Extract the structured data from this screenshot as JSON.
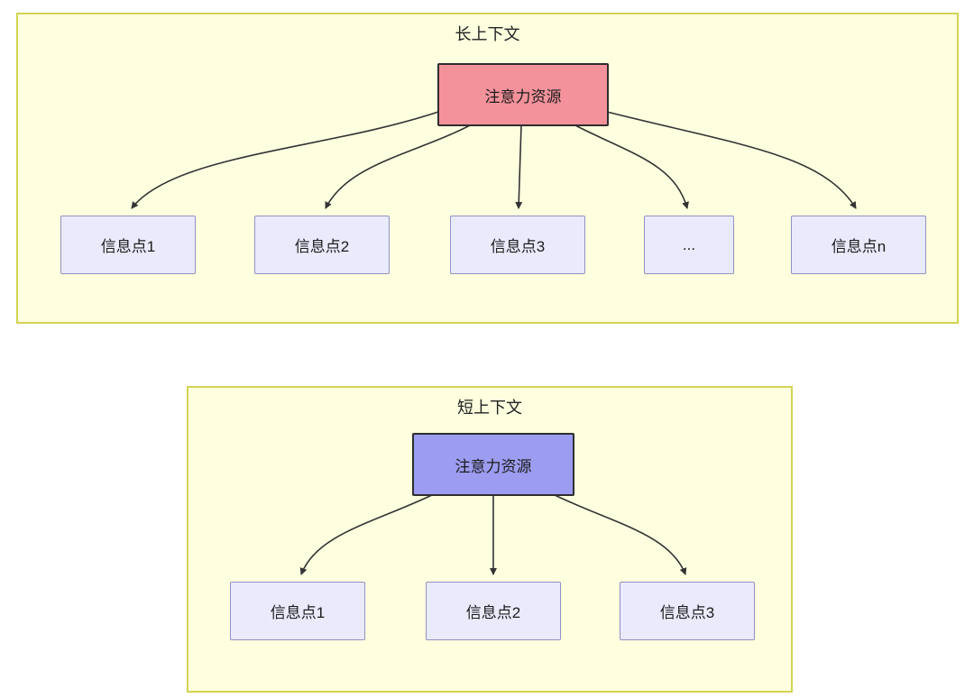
{
  "long_context": {
    "title": "长上下文",
    "source_label": "注意力资源",
    "targets": [
      "信息点1",
      "信息点2",
      "信息点3",
      "...",
      "信息点n"
    ]
  },
  "short_context": {
    "title": "短上下文",
    "source_label": "注意力资源",
    "targets": [
      "信息点1",
      "信息点2",
      "信息点3"
    ]
  },
  "colors": {
    "panel_fill": "#feffdf",
    "panel_border": "#d3d355",
    "target_fill": "#eaeafc",
    "target_border": "#9191c4",
    "long_source_fill": "#f4929b",
    "short_source_fill": "#9c9cf0",
    "source_border": "#2e2e2e",
    "arrow_color": "#333333",
    "text_color": "#1c1c1c"
  }
}
